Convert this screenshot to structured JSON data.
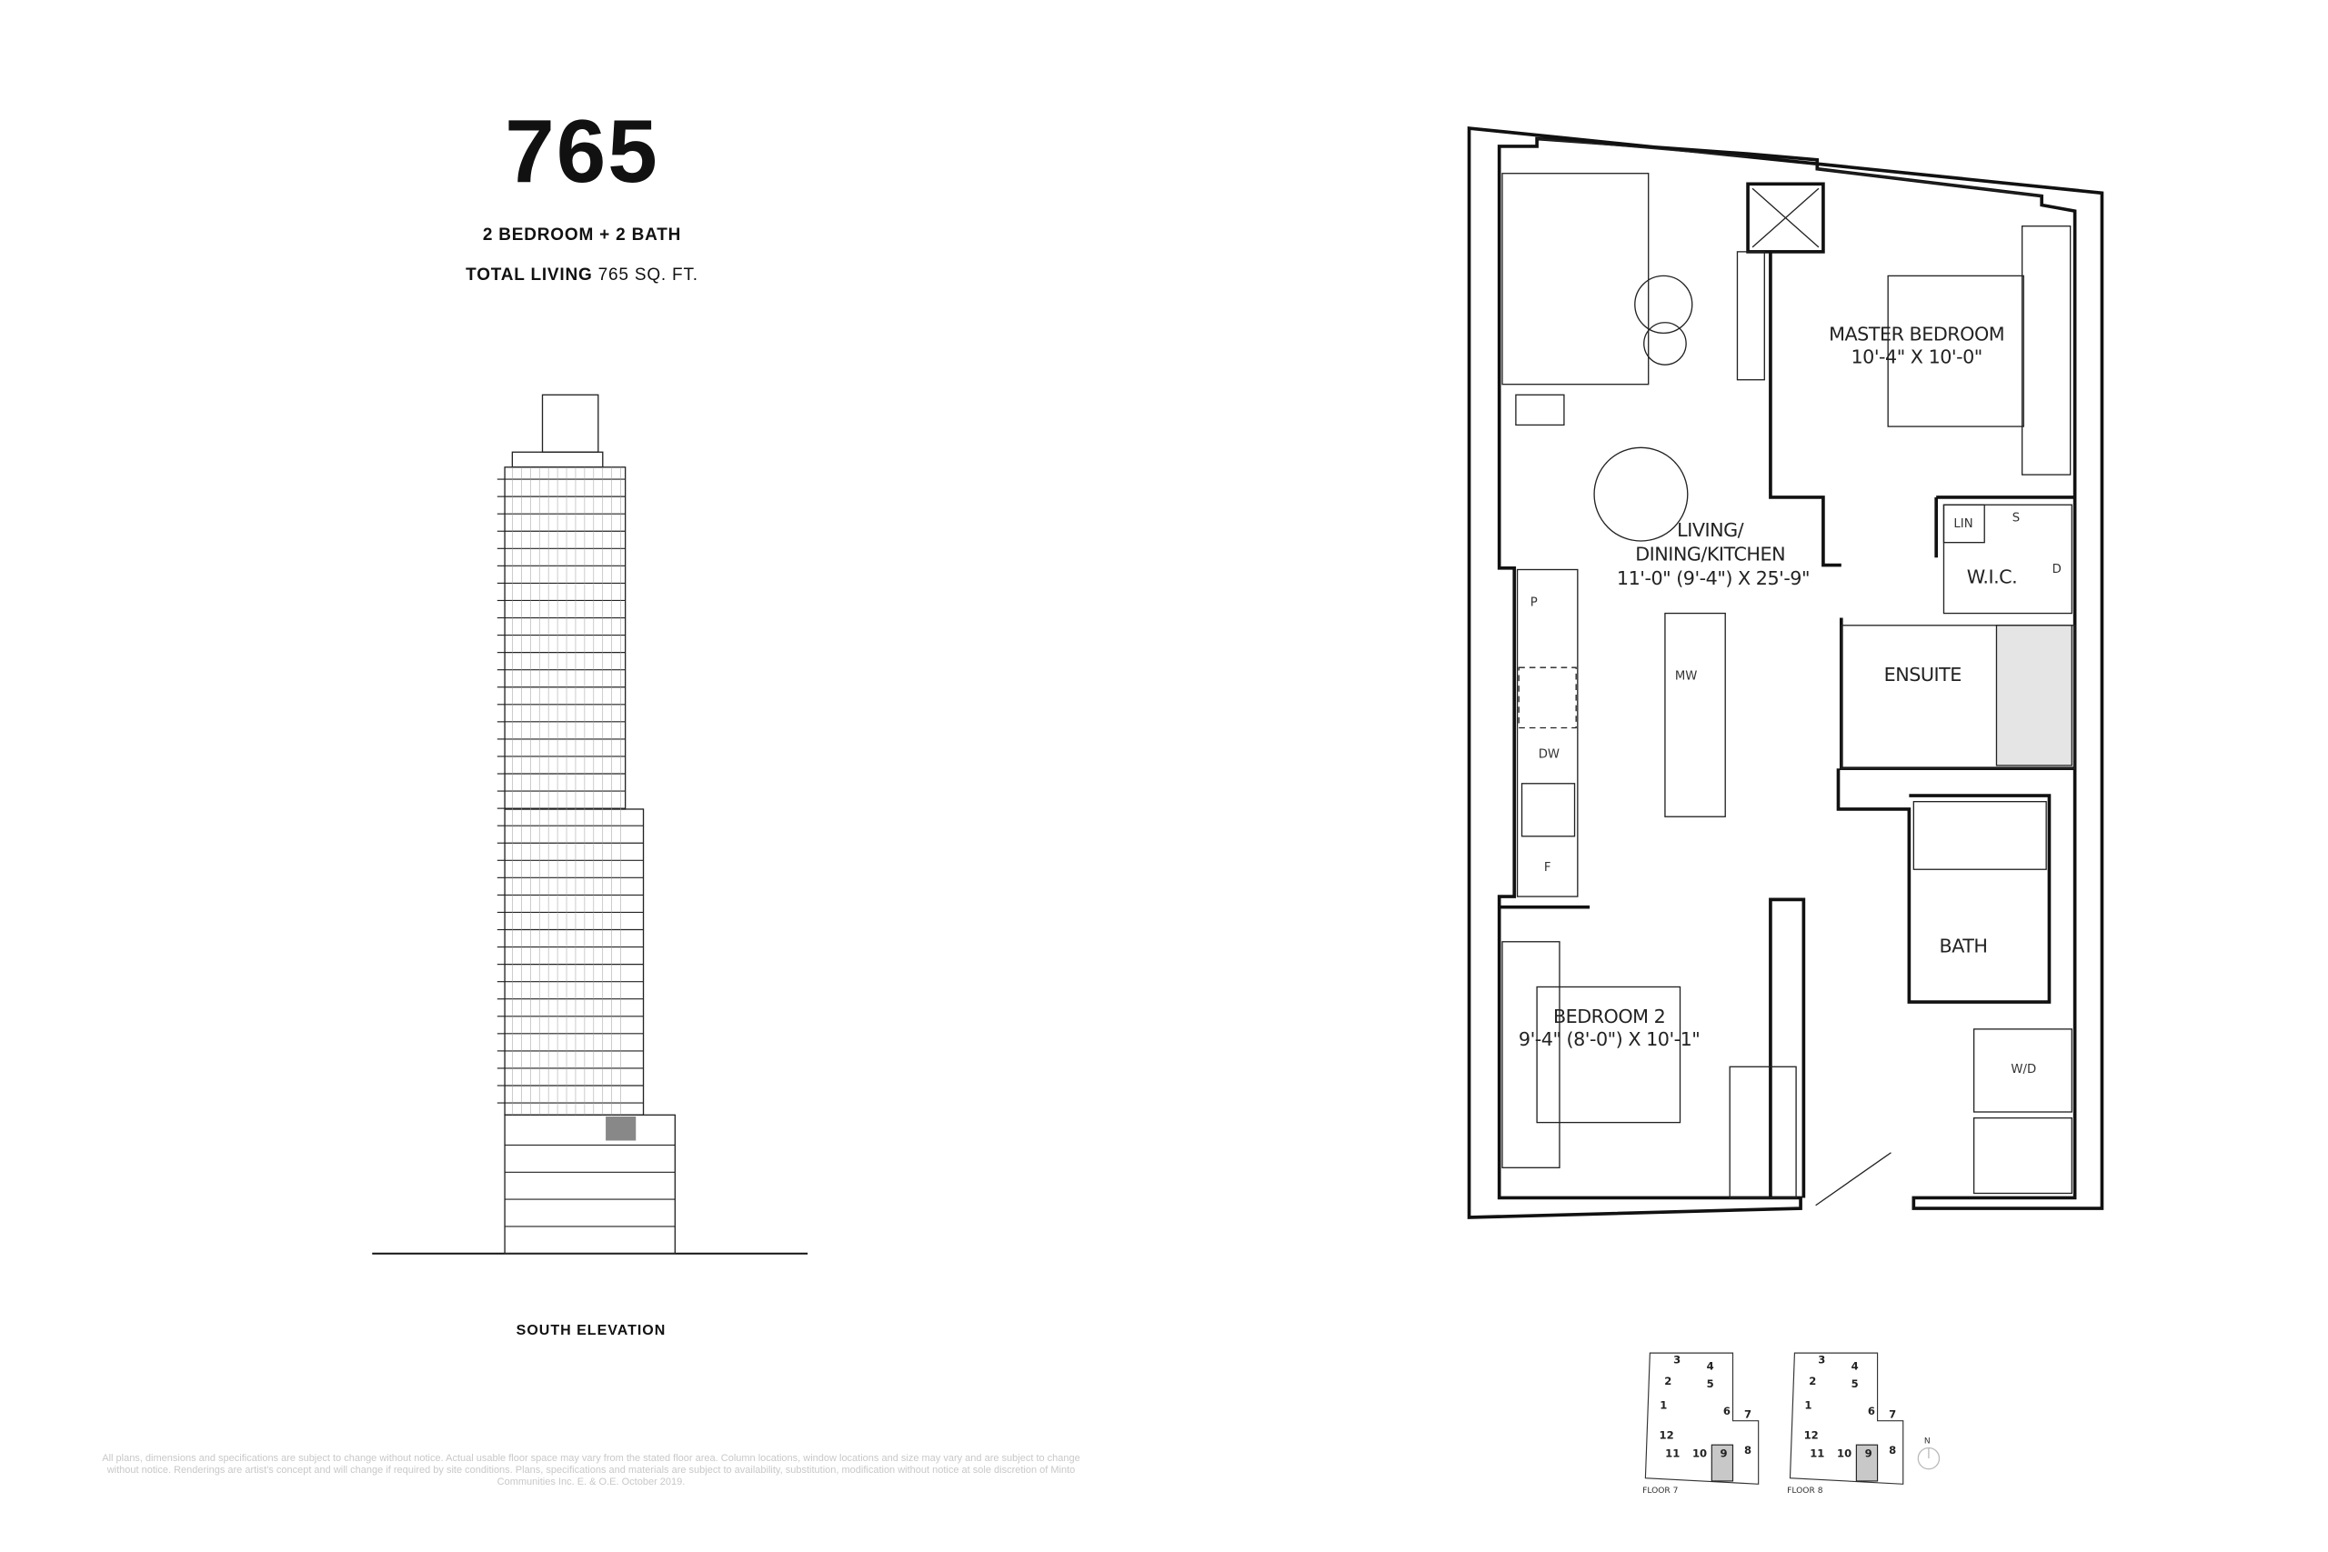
{
  "unit": {
    "name": "765",
    "type": "2 BEDROOM + 2 BATH",
    "total_living_label": "TOTAL LIVING",
    "total_living_value": "765 SQ. FT."
  },
  "elevation": {
    "label": "SOUTH ELEVATION"
  },
  "floorplan": {
    "rooms": {
      "master": {
        "name": "MASTER BEDROOM",
        "dims": "10'-4\" X 10'-0\""
      },
      "living": {
        "name1": "LIVING/",
        "name2": "DINING/KITCHEN",
        "dims": "11'-0\" (9'-4\") X 25'-9\""
      },
      "wic": {
        "name": "W.I.C."
      },
      "ensuite": {
        "name": "ENSUITE"
      },
      "bath": {
        "name": "BATH"
      },
      "bedroom2": {
        "name": "BEDROOM 2",
        "dims": "9'-4\" (8'-0\") X 10'-1\""
      }
    },
    "fixtures": {
      "lin": "LIN",
      "s": "S",
      "d": "D",
      "mw": "MW",
      "p": "P",
      "dw": "DW",
      "f": "F",
      "wd": "W/D"
    }
  },
  "keyplans": [
    {
      "label": "FLOOR 7",
      "units": [
        "1",
        "2",
        "3",
        "4",
        "5",
        "6",
        "7",
        "8",
        "9",
        "10",
        "11",
        "12"
      ],
      "highlighted": "9"
    },
    {
      "label": "FLOOR 8",
      "units": [
        "1",
        "2",
        "3",
        "4",
        "5",
        "6",
        "7",
        "8",
        "9",
        "10",
        "11",
        "12"
      ],
      "highlighted": "9"
    }
  ],
  "north_label": "N",
  "disclaimer": "All plans, dimensions and specifications are subject to change without notice. Actual usable floor space may vary from the stated floor area. Column locations, window locations and size may vary and are subject to change without notice. Renderings are artist's concept and will change if required by site conditions. Plans, specifications and materials are subject to availability, substitution, modification without notice at sole discretion of Minto Communities Inc. E. & O.E. October 2019.",
  "colors": {
    "highlight": "#c8c8c8",
    "disclaimer": "#c8c8c8",
    "ink": "#111111"
  }
}
